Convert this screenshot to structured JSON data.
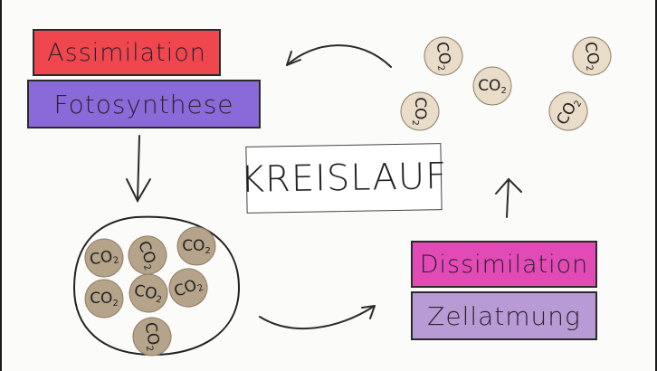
{
  "labels": {
    "assimilation": "Assimilation",
    "fotosynthese": "Fotosynthese",
    "kreislauf": "KREISLAUF",
    "dissimilation": "Dissimilation",
    "zellatmung": "Zellatmung"
  },
  "molecule_label": "CO2",
  "colors": {
    "assimilation": "#f0474f",
    "fotosynthese": "#8a6ad8",
    "dissimilation": "#e24ab6",
    "zellatmung": "#b89ad4",
    "token_light": "#e9dcc8",
    "token_dark": "#b5a48a"
  }
}
